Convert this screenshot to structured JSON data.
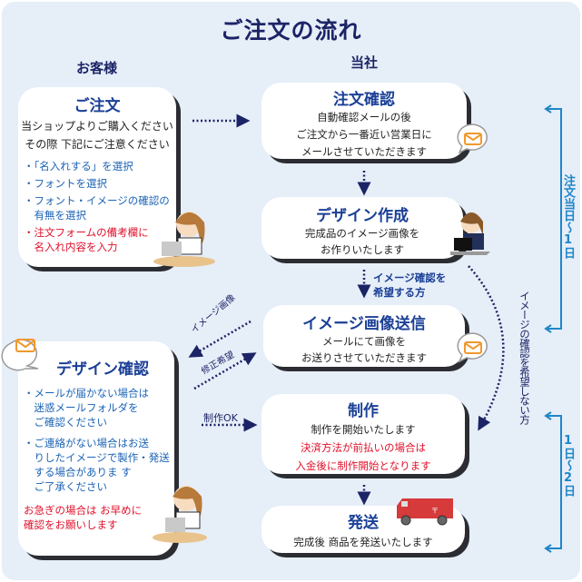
{
  "title": "ご注文の流れ",
  "columns": {
    "customer": "お客様",
    "company": "当社"
  },
  "customer_steps": {
    "order": {
      "title": "ご注文",
      "intro": [
        "当ショップよりご購入ください",
        "その際 下記にご注意ください"
      ],
      "items": [
        {
          "text": "・「名入れする」を選択",
          "color": "blue"
        },
        {
          "text": "・フォントを選択",
          "color": "blue"
        },
        {
          "text": "・フォント・イメージの確認の",
          "color": "blue"
        },
        {
          "text": "　有無を選択",
          "color": "blue"
        },
        {
          "text": "・注文フォームの備考欄に",
          "color": "red"
        },
        {
          "text": "　名入れ内容を入力",
          "color": "red"
        }
      ]
    },
    "design_confirm": {
      "title": "デザイン確認",
      "items": [
        "・メールが届かない場合は",
        "　迷惑メールフォルダを",
        "　ご確認ください",
        "・ご連絡がない場合はお送",
        "　りしたイメージで製作・発送",
        "　する場合がありま す",
        "　ご了承ください"
      ],
      "note": [
        "お急ぎの場合は お早めに",
        "確認をお願いします"
      ]
    }
  },
  "company_steps": [
    {
      "title": "注文確認",
      "lines": [
        "自動確認メールの後",
        "ご注文から一番近い営業日に",
        "メールさせていただきます"
      ],
      "red_lines": []
    },
    {
      "title": "デザイン作成",
      "lines": [
        "完成品のイメージ画像を",
        "お作りいたします"
      ],
      "red_lines": []
    },
    {
      "title": "イメージ画像送信",
      "lines": [
        "メールにて画像を",
        "お送りさせていただきます"
      ],
      "red_lines": []
    },
    {
      "title": "制作",
      "lines": [
        "制作を開始いたします"
      ],
      "red_lines": [
        "決済方法が前払いの場合は",
        "入金後に制作開始となります"
      ]
    },
    {
      "title": "発送",
      "lines": [
        "完成後 商品を発送いたします"
      ],
      "red_lines": []
    }
  ],
  "connectors": {
    "wants_image_check": [
      "イメージ確認を",
      "希望する方"
    ],
    "image_revision": [
      "イメージ画像",
      "修正希望"
    ],
    "production_ok": "制作OK",
    "no_image_check": "イメージの確認を希望しない方"
  },
  "timeline": [
    {
      "label": "注文当日〜1日"
    },
    {
      "label": "1日〜2日"
    }
  ],
  "icons": [
    "mail-bubble-icon",
    "woman-laptop-icon",
    "delivery-truck-icon"
  ],
  "colors": {
    "background": "#e6eef8",
    "title": "#1c2466",
    "card_title": "#1a3f96",
    "accent_blue": "#1b63b5",
    "timeline": "#1f86c8",
    "red": "#e0102a",
    "mail": "#f0982c"
  }
}
